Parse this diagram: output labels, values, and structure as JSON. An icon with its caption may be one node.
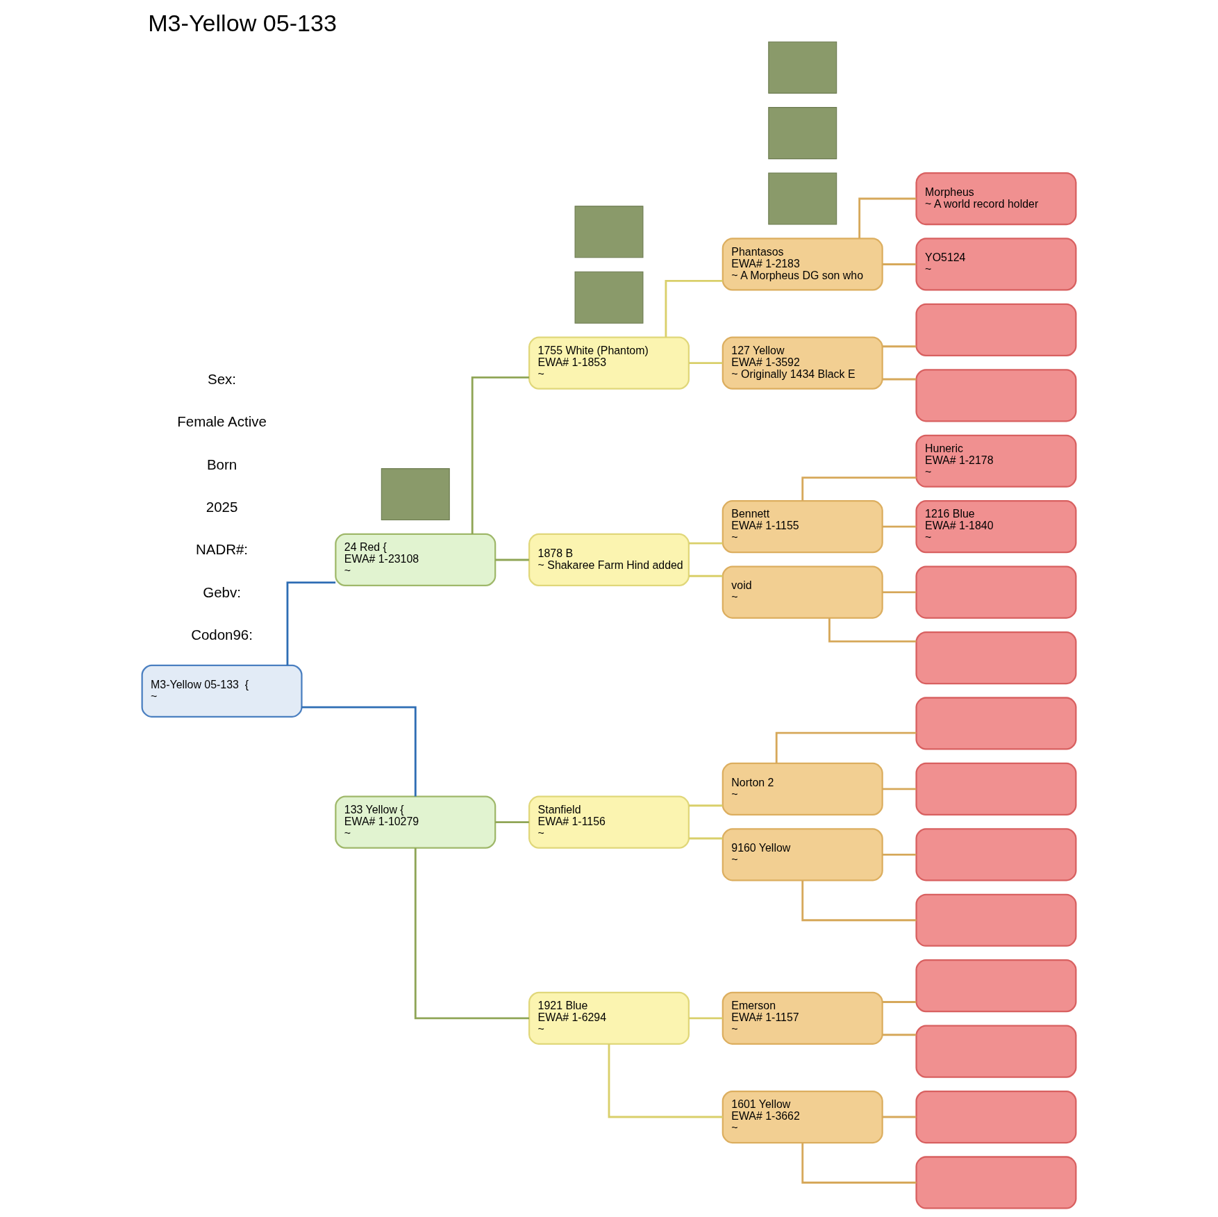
{
  "diagram": {
    "title": "M3-Yellow 05-133",
    "nodes": [
      {
        "text": [
          "M3-Yellow 05-133  {",
          "~"
        ]
      },
      {
        "text": [
          "24 Red {",
          "EWA# 1-23108",
          "~"
        ]
      },
      {
        "text": [
          "133 Yellow {",
          "EWA# 1-10279",
          "~"
        ]
      },
      {
        "text": [
          "1755 White (Phantom)",
          "EWA# 1-1853",
          "~"
        ]
      },
      {
        "text": [
          "1878 B",
          "~ Shakaree Farm Hind added"
        ]
      },
      {
        "text": [
          "Stanfield",
          "EWA# 1-1156",
          "~"
        ]
      },
      {
        "text": [
          "1921 Blue",
          "EWA# 1-6294",
          "~"
        ]
      },
      {
        "text": [
          "Phantasos",
          "EWA# 1-2183",
          "~ A Morpheus DG son who"
        ]
      },
      {
        "text": [
          "127 Yellow",
          "EWA# 1-3592",
          "~ Originally 1434 Black E"
        ]
      },
      {
        "text": [
          "Bennett",
          "EWA# 1-1155",
          "~"
        ]
      },
      {
        "text": [
          "void",
          "~"
        ]
      },
      {
        "text": [
          "Norton 2",
          "~"
        ]
      },
      {
        "text": [
          "9160 Yellow",
          "~"
        ]
      },
      {
        "text": [
          "Emerson",
          "EWA# 1-1157",
          "~"
        ]
      },
      {
        "text": [
          "1601 Yellow",
          "EWA# 1-3662",
          "~"
        ]
      },
      {
        "text": [
          "Morpheus",
          "~ A world record holder"
        ]
      },
      {
        "text": [
          "YO5124",
          "~"
        ]
      },
      {
        "text": [],
        "shape": "box"
      },
      {
        "text": [],
        "shape": "box"
      },
      {
        "text": [
          "Huneric",
          "EWA# 1-2178",
          "~"
        ]
      },
      {
        "text": [
          "1216 Blue",
          "EWA# 1-1840",
          "~"
        ]
      },
      {
        "text": [],
        "shape": "box"
      },
      {
        "text": [],
        "shape": "box"
      },
      {
        "text": [],
        "shape": "box"
      },
      {
        "text": [],
        "shape": "box"
      },
      {
        "text": [],
        "shape": "box"
      },
      {
        "text": [],
        "shape": "box"
      },
      {
        "text": [],
        "shape": "box"
      },
      {
        "text": [],
        "shape": "box"
      },
      {
        "text": [],
        "shape": "box"
      },
      {
        "text": [],
        "shape": "box"
      },
      {
        "text": [],
        "shape": "box"
      },
      {
        "text": [],
        "shape": "box"
      },
      {
        "text": [],
        "shape": "box"
      },
      {
        "text": [],
        "shape": "box"
      },
      {
        "text": [],
        "shape": "box"
      },
      {
        "text": [],
        "shape": "box"
      }
    ],
    "edges": [
      {
        "from": 0,
        "to": 1,
        "arrow": "none",
        "color": "#2e6db4"
      },
      {
        "from": 0,
        "to": 2,
        "arrow": "none",
        "color": "#2e6db4"
      },
      {
        "from": 1,
        "to": 3,
        "arrow": "none",
        "color": "#8fa556"
      },
      {
        "from": 1,
        "to": 4,
        "arrow": "none",
        "color": "#8fa556"
      },
      {
        "from": 2,
        "to": 5,
        "arrow": "none",
        "color": "#8fa556"
      },
      {
        "from": 2,
        "to": 6,
        "arrow": "none",
        "color": "#8fa556"
      },
      {
        "from": 3,
        "to": 7,
        "arrow": "none",
        "color": "#d9cf6a"
      },
      {
        "from": 3,
        "to": 8,
        "arrow": "none",
        "color": "#d9cf6a"
      },
      {
        "from": 4,
        "to": 9,
        "arrow": "none",
        "color": "#d9cf6a"
      },
      {
        "from": 4,
        "to": 10,
        "arrow": "none",
        "color": "#d9cf6a"
      },
      {
        "from": 5,
        "to": 11,
        "arrow": "none",
        "color": "#d9cf6a"
      },
      {
        "from": 5,
        "to": 12,
        "arrow": "none",
        "color": "#d9cf6a"
      },
      {
        "from": 6,
        "to": 13,
        "arrow": "none",
        "color": "#d9cf6a"
      },
      {
        "from": 6,
        "to": 14,
        "arrow": "none",
        "color": "#d9cf6a"
      },
      {
        "from": 7,
        "to": 15,
        "arrow": "none"
      },
      {
        "from": 7,
        "to": 16,
        "arrow": "none"
      },
      {
        "from": 8,
        "to": 17,
        "arrow": "none"
      },
      {
        "from": 8,
        "to": 18,
        "arrow": "none"
      },
      {
        "from": 9,
        "to": 19,
        "arrow": "none"
      },
      {
        "from": 9,
        "to": 20,
        "arrow": "none"
      },
      {
        "from": 10,
        "to": 21,
        "arrow": "none"
      },
      {
        "from": 10,
        "to": 22,
        "arrow": "none"
      },
      {
        "from": 11,
        "to": 23,
        "arrow": "none"
      },
      {
        "from": 11,
        "to": 24,
        "arrow": "none"
      },
      {
        "from": 12,
        "to": 25,
        "arrow": "none"
      },
      {
        "from": 12,
        "to": 26,
        "arrow": "none"
      },
      {
        "from": 13,
        "to": 27,
        "arrow": "none"
      },
      {
        "from": 13,
        "to": 28,
        "arrow": "none"
      },
      {
        "from": 14,
        "to": 29,
        "arrow": "none"
      },
      {
        "from": 14,
        "to": 30,
        "arrow": "none"
      }
    ],
    "labels": [
      "Sex:",
      "Female Active",
      "Born",
      "2025",
      "NADR#:",
      "Gebv:",
      "Codon96:"
    ]
  }
}
